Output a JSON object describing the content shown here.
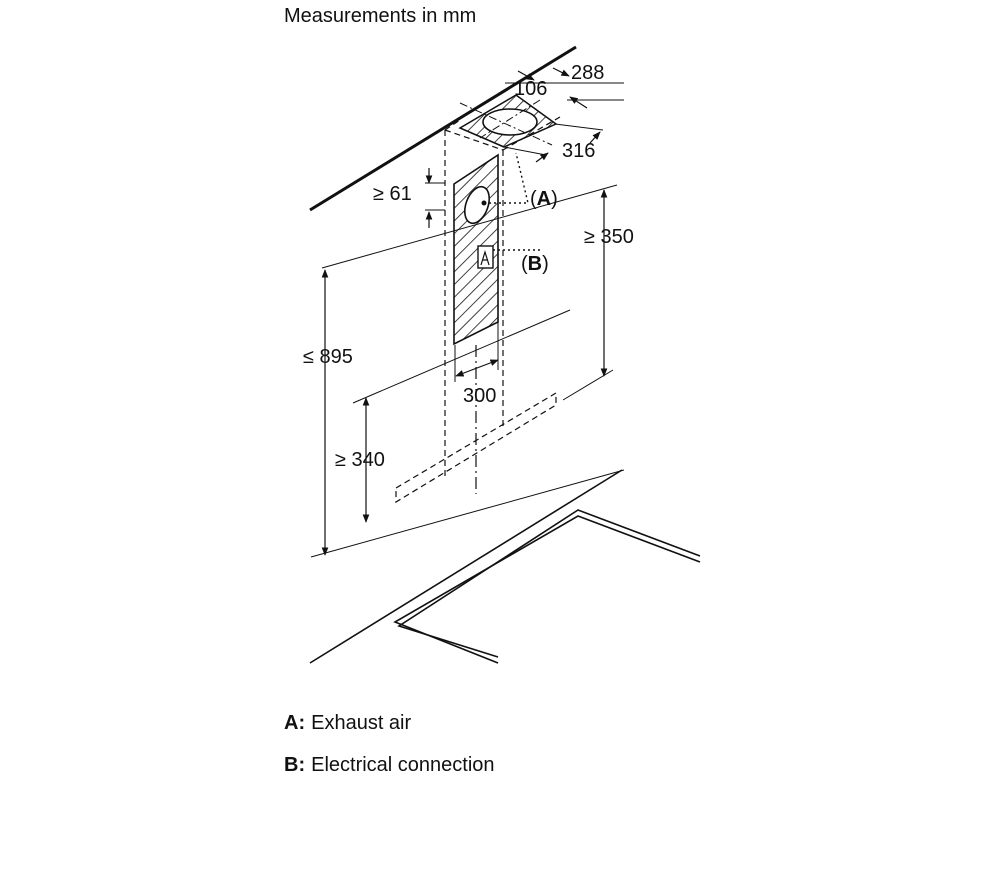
{
  "title": "Measurements in mm",
  "dimensions": {
    "d106": "106",
    "d288": "288",
    "d316": "316",
    "d61": "≥ 61",
    "d350": "≥ 350",
    "d895": "≤ 895",
    "d300": "300",
    "d340": "≥ 340"
  },
  "callouts": {
    "a": "A",
    "b": "B"
  },
  "legend": [
    {
      "key": "A:",
      "text": "Exhaust air"
    },
    {
      "key": "B:",
      "text": "Electrical connection"
    }
  ]
}
